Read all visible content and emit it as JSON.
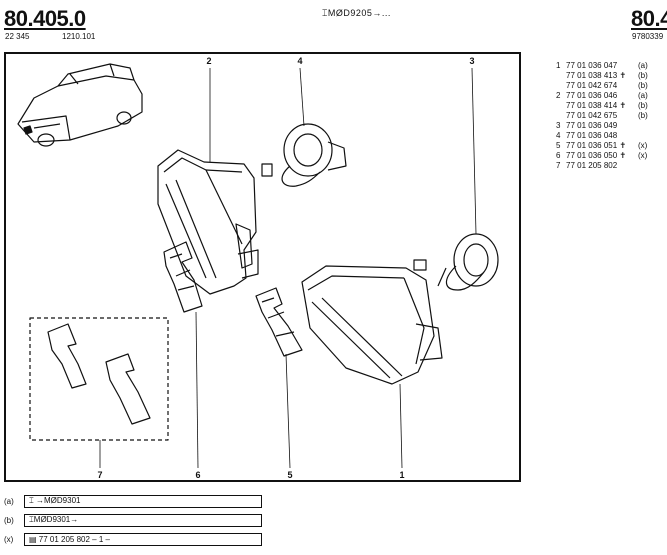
{
  "header": {
    "page_number": "80.405.0",
    "code_left": "22 345",
    "code_right": "1210.101",
    "model_marker": "⌶MØD9205→...",
    "next_page_number": "80.4",
    "next_code": "9780339"
  },
  "callouts": [
    "1",
    "2",
    "3",
    "4",
    "5",
    "6",
    "7"
  ],
  "parts": [
    {
      "no": "1",
      "ref": "77 01 036 047",
      "mark": "(a)"
    },
    {
      "no": "",
      "ref": "77 01 038 413 ✝",
      "mark": "(b)"
    },
    {
      "no": "",
      "ref": "77 01 042 674",
      "mark": "(b)"
    },
    {
      "no": "2",
      "ref": "77 01 036 046",
      "mark": "(a)"
    },
    {
      "no": "",
      "ref": "77 01 038 414 ✝",
      "mark": "(b)"
    },
    {
      "no": "",
      "ref": "77 01 042 675",
      "mark": "(b)"
    },
    {
      "no": "3",
      "ref": "77 01 036 049",
      "mark": ""
    },
    {
      "no": "4",
      "ref": "77 01 036 048",
      "mark": ""
    },
    {
      "no": "5",
      "ref": "77 01 036 051 ✝",
      "mark": "(x)"
    },
    {
      "no": "6",
      "ref": "77 01 036 050 ✝",
      "mark": "(x)"
    },
    {
      "no": "7",
      "ref": "77 01 205 802",
      "mark": ""
    }
  ],
  "notes": [
    {
      "key": "(a)",
      "text": "⌶  →MØD9301"
    },
    {
      "key": "(b)",
      "text": "⌶MØD9301→"
    },
    {
      "key": "(x)",
      "text": "▤          77 01 205 802 – 1 –"
    }
  ]
}
